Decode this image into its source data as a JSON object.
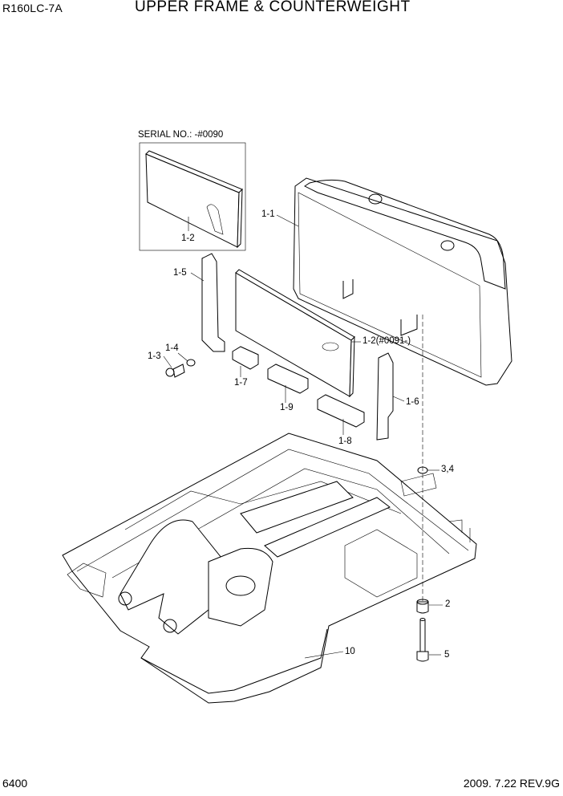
{
  "header": {
    "model": "R160LC-7A",
    "title": "UPPER FRAME & COUNTERWEIGHT"
  },
  "inset": {
    "caption": "SERIAL NO.: -#0090"
  },
  "callouts": {
    "c1_1": "1-1",
    "c1_2_inset": "1-2",
    "c1_5": "1-5",
    "c1_2_new": "1-2(#0091-)",
    "c1_4": "1-4",
    "c1_3": "1-3",
    "c1_7": "1-7",
    "c1_9": "1-9",
    "c1_6": "1-6",
    "c1_8": "1-8",
    "c3_4": "3,4",
    "c2": "2",
    "c10": "10",
    "c5": "5"
  },
  "footer": {
    "page": "6400",
    "revision": "2009. 7.22  REV.9G"
  }
}
